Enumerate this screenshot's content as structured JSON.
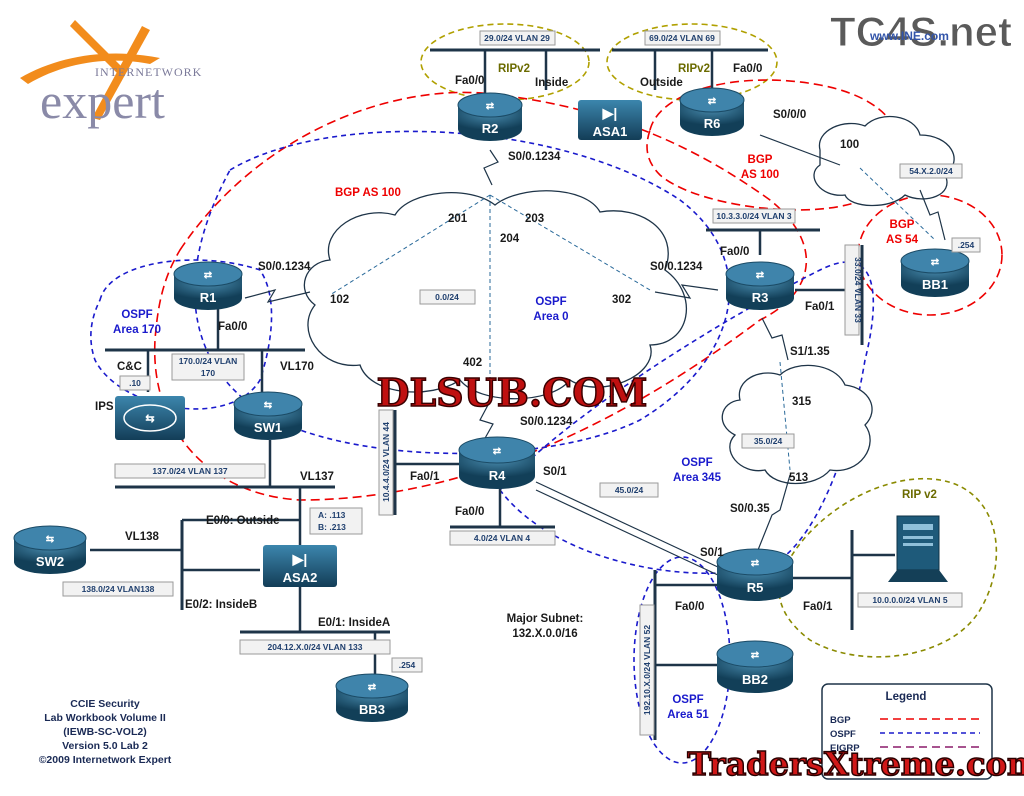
{
  "logos": {
    "company_top": "INTERNETWORK",
    "company_main": "expert",
    "brand_left": "TC4S.net",
    "brand_url": "www.INE.com",
    "banner_center": "DLSUB.COM",
    "banner_bottom": "TradersXtreme.com"
  },
  "colors": {
    "bgp": "#e00000",
    "ospf": "#1a1acc",
    "eigrp": "#8a1a6a",
    "rip": "#8a8a00",
    "device": "#1f5a7a"
  },
  "devices": {
    "r1": "R1",
    "r2": "R2",
    "r3": "R3",
    "r4": "R4",
    "r5": "R5",
    "r6": "R6",
    "sw1": "SW1",
    "sw2": "SW2",
    "asa1": "ASA1",
    "asa2": "ASA2",
    "bb1": "BB1",
    "bb2": "BB2",
    "bb3": "BB3",
    "ips": "IPS",
    "cc": "C&C"
  },
  "subnets": {
    "vlan29": "29.0/24 VLAN 29",
    "vlan69": "69.0/24 VLAN 69",
    "vlan3": "10.3.3.0/24 VLAN 3",
    "bb1_net": "54.X.2.0/24",
    "bb1_host": ".254",
    "vlan33": "33.0/24 VLAN 33",
    "frame0": "0.0/24",
    "vlan170_a": "170.0/24 VLAN",
    "vlan170_b": "170",
    "cc_host": ".10",
    "vlan44": "10.4.4.0/24 VLAN 44",
    "vlan137": "137.0/24 VLAN 137",
    "asa_a": "A: .113",
    "asa_b": "B: .213",
    "vlan4": "4.0/24 VLAN 4",
    "s45": "45.0/24",
    "s35": "35.0/24",
    "vlan138": "138.0/24 VLAN138",
    "vlan133": "204.12.X.0/24 VLAN 133",
    "bb3_host": ".254",
    "vlan5": "10.0.0.0/24 VLAN 5",
    "vlan52": "192.10.X.0/24 VLAN 52"
  },
  "labels": {
    "r2_fa00": "Fa0/0",
    "asa1_inside": "Inside",
    "asa1_outside": "Outside",
    "r6_fa00": "Fa0/0",
    "rip_left": "RIPv2",
    "rip_right": "RIPv2",
    "r6_s000": "S0/0/0",
    "cloud_100": "100",
    "r2_s0": "S0/0.1234",
    "bgp_as100_left": "BGP AS 100",
    "bgp_r6_1": "BGP",
    "bgp_r6_2": "AS 100",
    "bgp_bb1_1": "BGP",
    "bgp_bb1_2": "AS 54",
    "dlci_201": "201",
    "dlci_203": "203",
    "dlci_204": "204",
    "dlci_102": "102",
    "dlci_302": "302",
    "dlci_402": "402",
    "r1_s0": "S0/0.1234",
    "r3_s0": "S0/0.1234",
    "r3_fa00": "Fa0/0",
    "r3_fa01": "Fa0/1",
    "r3_s1": "S1/1.35",
    "ospf_area0_1": "OSPF",
    "ospf_area0_2": "Area 0",
    "ospf170_1": "OSPF",
    "ospf170_2": "Area 170",
    "r1_fa00": "Fa0/0",
    "vl170": "VL170",
    "r4_s0": "S0/0.1234",
    "cloud_315": "315",
    "cloud_513": "513",
    "ospf345_1": "OSPF",
    "ospf345_2": "Area 345",
    "r4_fa01": "Fa0/1",
    "r4_s01": "S0/1",
    "r4_fa00": "Fa0/0",
    "vl137": "VL137",
    "asa2_e00": "E0/0: Outside",
    "vl138": "VL138",
    "asa2_e02": "E0/2: InsideB",
    "asa2_e01": "E0/1: InsideA",
    "r5_s035": "S0/0.35",
    "r5_s01": "S0/1",
    "r5_fa00": "Fa0/0",
    "r5_fa01": "Fa0/1",
    "rip_v2": "RIP v2",
    "major1": "Major Subnet:",
    "major2": "132.X.0.0/16",
    "ospf51_1": "OSPF",
    "ospf51_2": "Area 51"
  },
  "footer": {
    "line1": "CCIE Security",
    "line2": "Lab Workbook Volume II",
    "line3": "(IEWB-SC-VOL2)",
    "line4": "Version 5.0 Lab 2",
    "line5": "©2009 Internetwork Expert"
  },
  "legend": {
    "title": "Legend",
    "bgp": "BGP",
    "ospf": "OSPF",
    "eigrp": "EIGRP"
  }
}
